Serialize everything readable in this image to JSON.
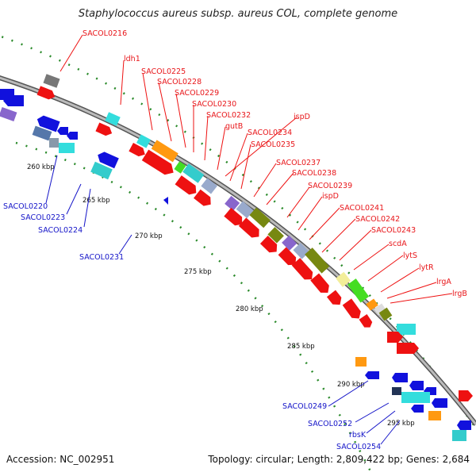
{
  "title": "Staphylococcus aureus subsp. aureus COL, complete genome",
  "accession": "Accession: NC_002951",
  "summary": "Topology: circular; Length: 2,809,422 bp; Genes: 2,684",
  "colors": {
    "forward_gene": "#ee1111",
    "reverse_gene": "#1111dd",
    "backbone": "#999999",
    "tick": "#2a8a2a",
    "cyan": "#33dddd",
    "olive": "#778811",
    "orange": "#ff9911",
    "purple": "#8866cc",
    "green": "#44dd22"
  },
  "scale_labels": [
    "260 kbp",
    "265 kbp",
    "270 kbp",
    "275 kbp",
    "280 kbp",
    "285 kbp",
    "290 kbp",
    "295 kbp"
  ],
  "forward_labels": [
    "SACOL0216",
    "ldh1",
    "SACOL0225",
    "SACOL0228",
    "SACOL0229",
    "SACOL0230",
    "SACOL0232",
    "gutB",
    "ispD",
    "SACOL0234",
    "SACOL0235",
    "SACOL0237",
    "SACOL0238",
    "SACOL0239",
    "ispD",
    "SACOL0241",
    "SACOL0242",
    "SACOL0243",
    "scdA",
    "lytS",
    "lytR",
    "lrgA",
    "lrgB"
  ],
  "reverse_labels": [
    "SACOL0220",
    "SACOL0223",
    "SACOL0224",
    "SACOL0231",
    "SACOL0249",
    "SACOL0252",
    "rbsK",
    "SACOL0254"
  ]
}
